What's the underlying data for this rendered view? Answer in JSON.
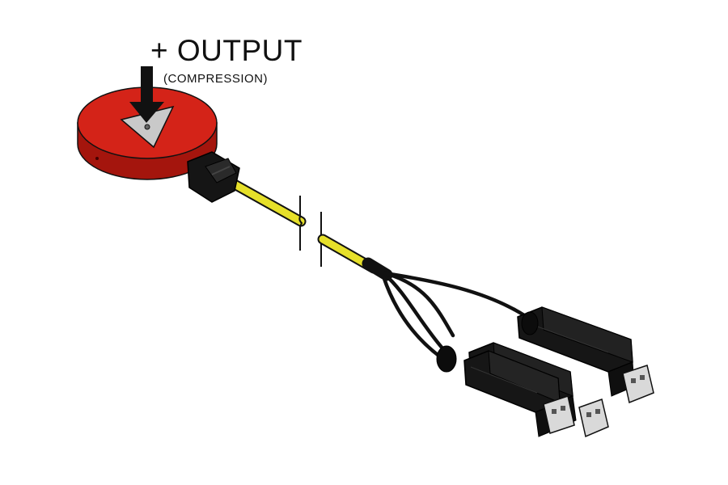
{
  "annotation": {
    "title": "+ OUTPUT",
    "subtitle": "(COMPRESSION)"
  },
  "colors": {
    "sensor_red": "#d42318",
    "sensor_red_dark": "#a4150d",
    "cable_yellow": "#e6e02a",
    "connector_black": "#111111",
    "usb_plug_grey": "#d9d9d9",
    "triangle_grey": "#c9c9c9"
  },
  "components": {
    "usb_connector_count": 3,
    "cable_break": true
  }
}
